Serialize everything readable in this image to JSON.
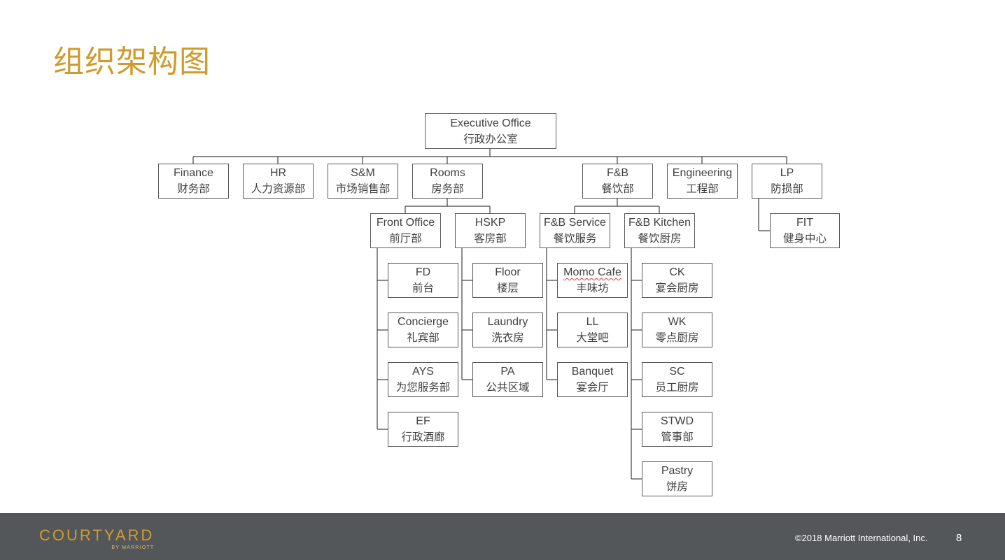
{
  "page": {
    "title": "组织架构图"
  },
  "org": {
    "exec": {
      "en": "Executive Office",
      "zh": "行政办公室"
    },
    "finance": {
      "en": "Finance",
      "zh": "财务部"
    },
    "hr": {
      "en": "HR",
      "zh": "人力资源部"
    },
    "sm": {
      "en": "S&M",
      "zh": "市场销售部"
    },
    "rooms": {
      "en": "Rooms",
      "zh": "房务部"
    },
    "fb": {
      "en": "F&B",
      "zh": "餐饮部"
    },
    "engineering": {
      "en": "Engineering",
      "zh": "工程部"
    },
    "lp": {
      "en": "LP",
      "zh": "防损部"
    },
    "front_office": {
      "en": "Front Office",
      "zh": "前厅部"
    },
    "hskp": {
      "en": "HSKP",
      "zh": "客房部"
    },
    "fb_service": {
      "en": "F&B Service",
      "zh": "餐饮服务"
    },
    "fb_kitchen": {
      "en": "F&B Kitchen",
      "zh": "餐饮厨房"
    },
    "fit": {
      "en": "FIT",
      "zh": "健身中心"
    },
    "fd": {
      "en": "FD",
      "zh": "前台"
    },
    "concierge": {
      "en": "Concierge",
      "zh": "礼宾部"
    },
    "ays": {
      "en": "AYS",
      "zh": "为您服务部"
    },
    "ef": {
      "en": "EF",
      "zh": "行政酒廊"
    },
    "floor": {
      "en": "Floor",
      "zh": "楼层"
    },
    "laundry": {
      "en": "Laundry",
      "zh": "洗衣房"
    },
    "pa": {
      "en": "PA",
      "zh": "公共区域"
    },
    "momo": {
      "en": "Momo Cafe",
      "zh": "丰味坊"
    },
    "ll": {
      "en": "LL",
      "zh": "大堂吧"
    },
    "banquet": {
      "en": "Banquet",
      "zh": "宴会厅"
    },
    "ck": {
      "en": "CK",
      "zh": "宴会厨房"
    },
    "wk": {
      "en": "WK",
      "zh": "零点厨房"
    },
    "sc": {
      "en": "SC",
      "zh": "员工厨房"
    },
    "stwd": {
      "en": "STWD",
      "zh": "管事部"
    },
    "pastry": {
      "en": "Pastry",
      "zh": "饼房"
    }
  },
  "footer": {
    "logo_main": "COURTYARD",
    "logo_sub": "BY MARRIOTT",
    "copyright": "©2018 Marriott International, Inc.",
    "page_number": "8"
  },
  "colors": {
    "title": "#D19B2C",
    "footer_bg": "#54575A",
    "line": "#404040"
  }
}
